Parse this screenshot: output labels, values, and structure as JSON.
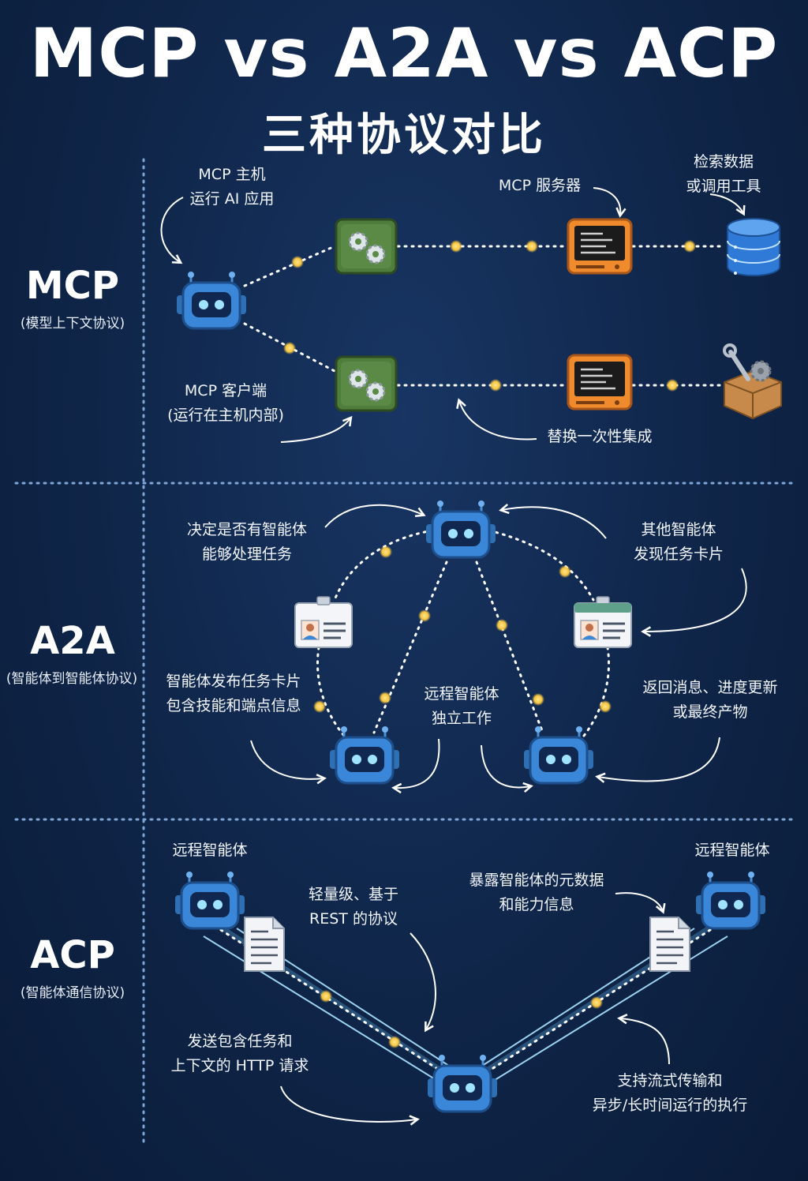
{
  "title": "MCP vs A2A vs ACP",
  "subtitle": "三种协议对比",
  "colors": {
    "background": "#0f2244",
    "dot": "#f5c542",
    "accent_blue": "#3a86d8",
    "gear_green": "#4a7a3a",
    "server_orange": "#ef8b2c"
  },
  "mcp": {
    "name": "MCP",
    "subtitle": "(模型上下文协议)",
    "host_label": [
      "MCP 主机",
      "运行 AI 应用"
    ],
    "client_label": [
      "MCP 客户端",
      "(运行在主机内部)"
    ],
    "server_label": "MCP 服务器",
    "data_label": [
      "检索数据",
      "或调用工具"
    ],
    "replace_label": "替换一次性集成",
    "icons": [
      "robot-icon",
      "gear-icon",
      "server-icon",
      "database-icon",
      "toolbox-icon"
    ]
  },
  "a2a": {
    "name": "A2A",
    "subtitle": "(智能体到智能体协议)",
    "decide_label": [
      "决定是否有智能体",
      "能够处理任务"
    ],
    "discover_label": [
      "其他智能体",
      "发现任务卡片"
    ],
    "publish_label": [
      "智能体发布任务卡片",
      "包含技能和端点信息"
    ],
    "remote_label": [
      "远程智能体",
      "独立工作"
    ],
    "return_label": [
      "返回消息、进度更新",
      "或最终产物"
    ],
    "icons": [
      "robot-icon",
      "id-card-icon"
    ]
  },
  "acp": {
    "name": "ACP",
    "subtitle": "(智能体通信协议)",
    "remote_left": "远程智能体",
    "remote_right": "远程智能体",
    "lightweight_label": [
      "轻量级、基于",
      "REST 的协议"
    ],
    "metadata_label": [
      "暴露智能体的元数据",
      "和能力信息"
    ],
    "http_label": [
      "发送包含任务和",
      "上下文的 HTTP 请求"
    ],
    "stream_label": [
      "支持流式传输和",
      "异步/长时间运行的执行"
    ],
    "icons": [
      "robot-icon",
      "document-icon"
    ]
  }
}
